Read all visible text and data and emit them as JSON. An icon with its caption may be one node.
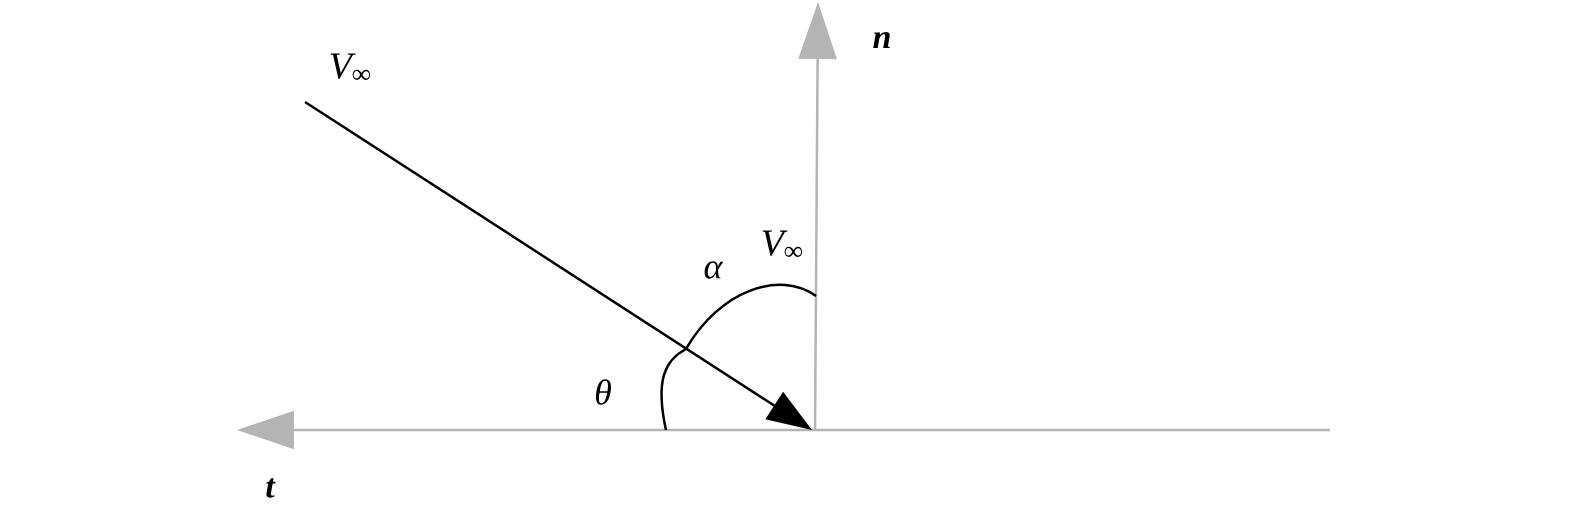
{
  "diagram": {
    "labels": [
      "*n*",
      "V$_{∞}$",
      "α",
      "V$_{∞}$",
      "θ",
      "*t*"
    ]
  }
}
